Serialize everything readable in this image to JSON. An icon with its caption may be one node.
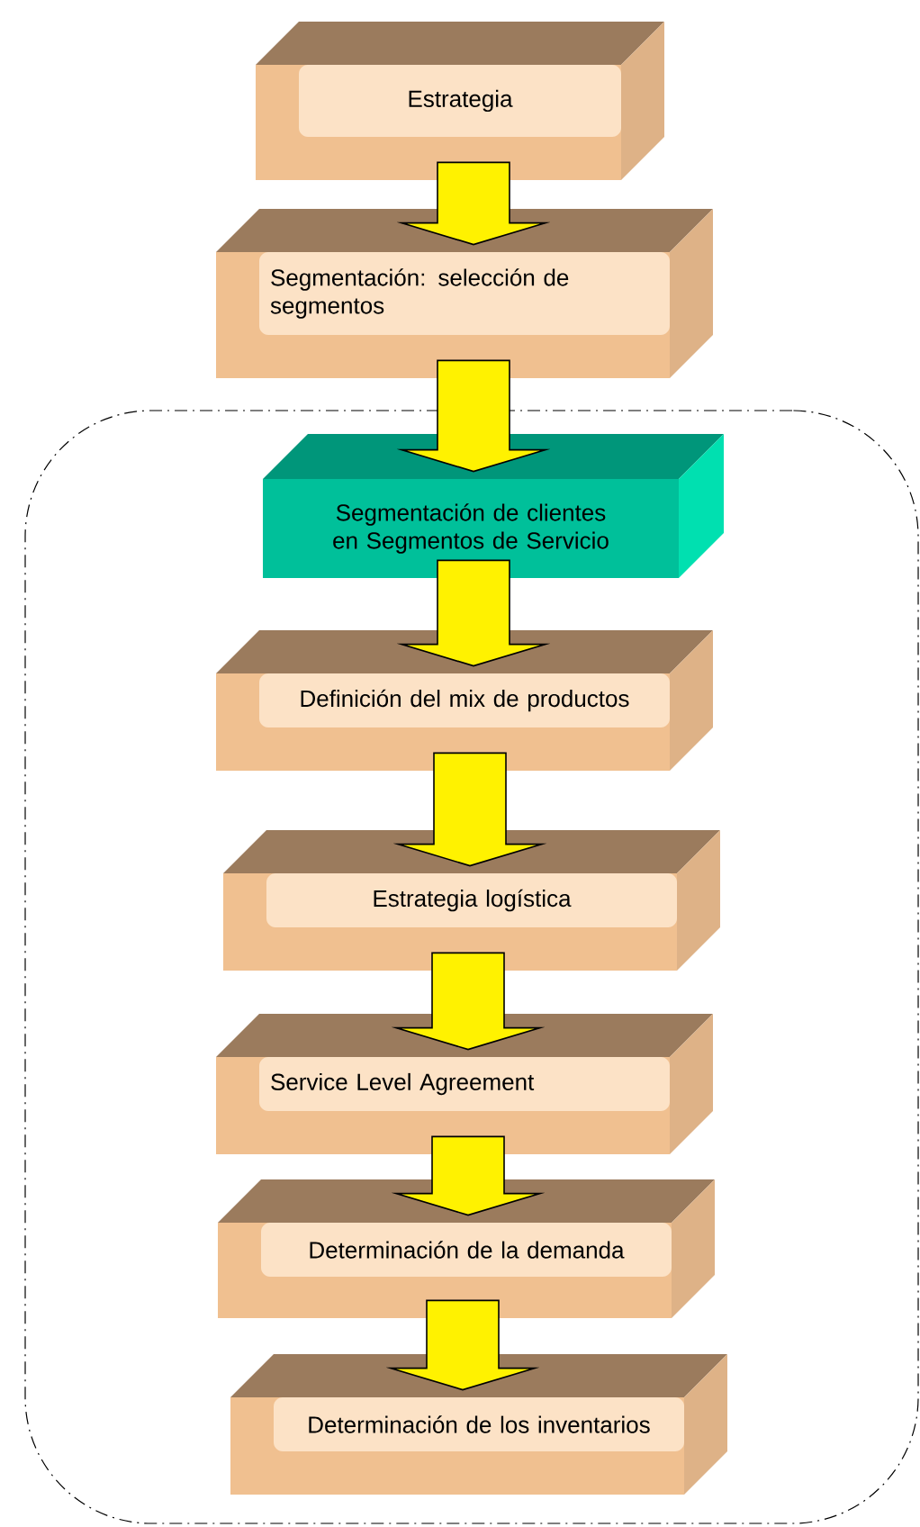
{
  "diagram": {
    "nodes": [
      {
        "text": [
          "Estrategia"
        ]
      },
      {
        "text": [
          "Segmentación: selección de segmentos"
        ]
      },
      {
        "text": [],
        "shape": "box"
      },
      {
        "text": [
          "Segmentación de clientes en Segmentos de Servicio"
        ],
        "in": 2
      },
      {
        "text": [
          "Definición del mix de productos"
        ],
        "in": 2
      },
      {
        "text": [
          "Estrategia logística"
        ],
        "in": 2
      },
      {
        "text": [
          "Service Level Agreement"
        ],
        "in": 2
      },
      {
        "text": [
          "Determinación de la demanda"
        ],
        "in": 2
      },
      {
        "text": [
          "Determinación de los inventarios"
        ],
        "in": 2
      }
    ],
    "edges": [
      {
        "from": 0,
        "to": 1,
        "arrow": "to"
      },
      {
        "from": 1,
        "to": 3,
        "arrow": "to"
      },
      {
        "from": 3,
        "to": 4,
        "arrow": "to"
      },
      {
        "from": 4,
        "to": 5,
        "arrow": "to"
      },
      {
        "from": 5,
        "to": 6,
        "arrow": "to"
      },
      {
        "from": 6,
        "to": 7,
        "arrow": "to"
      },
      {
        "from": 7,
        "to": 8,
        "arrow": "to"
      }
    ]
  }
}
